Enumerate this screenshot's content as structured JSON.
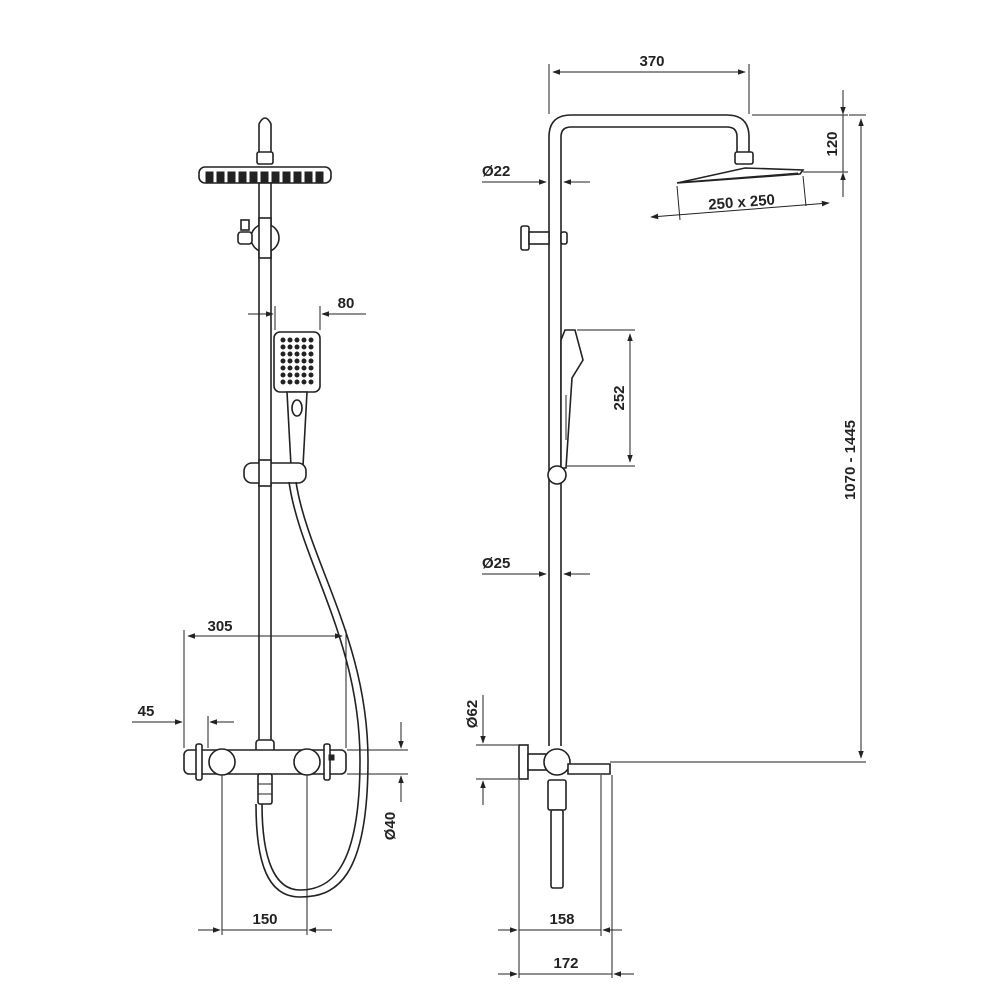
{
  "dimensions": {
    "d370": "370",
    "d120": "120",
    "d22": "Ø22",
    "d250": "250 x 250",
    "d80": "80",
    "d252": "252",
    "d1070": "1070 - 1445",
    "d25": "Ø25",
    "d305": "305",
    "d45": "45",
    "d62": "Ø62",
    "d40": "Ø40",
    "d150": "150",
    "d158": "158",
    "d172": "172"
  }
}
